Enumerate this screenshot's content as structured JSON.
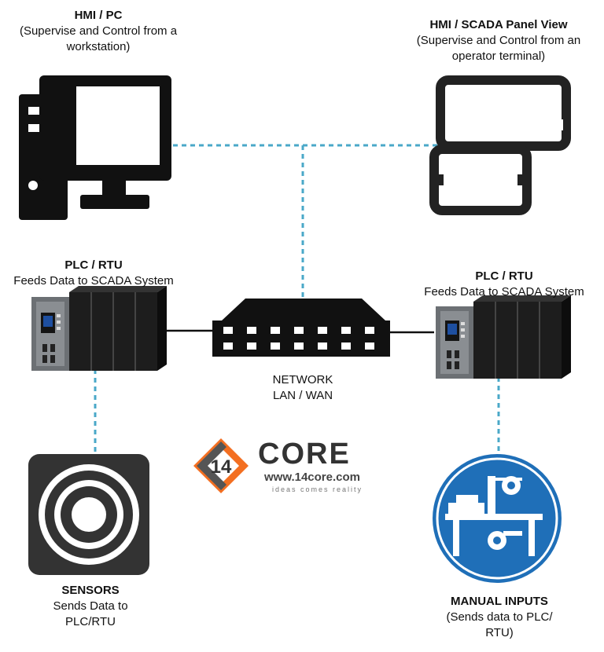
{
  "nodes": {
    "hmi_pc": {
      "title": "HMI / PC",
      "desc": [
        "(Supervise and Control from a",
        "workstation)"
      ]
    },
    "hmi_panel": {
      "title": "HMI / SCADA Panel View",
      "desc": [
        "(Supervise and Control from an",
        "operator terminal)"
      ]
    },
    "plc_left": {
      "title": "PLC / RTU",
      "desc": [
        "Feeds Data to SCADA System"
      ]
    },
    "plc_right": {
      "title": "PLC / RTU",
      "desc": [
        "Feeds Data to SCADA System"
      ]
    },
    "network": {
      "title": "",
      "desc": [
        "NETWORK",
        "LAN / WAN"
      ]
    },
    "sensors": {
      "title": "SENSORS",
      "desc": [
        "Sends Data to",
        "PLC/RTU"
      ]
    },
    "manual_inputs": {
      "title": "MANUAL INPUTS",
      "desc": [
        "(Sends data to PLC/",
        "RTU)"
      ]
    }
  },
  "logo": {
    "mark": "14",
    "name": "CORE",
    "url": "www.14core.com",
    "tagline": "ideas comes reality"
  },
  "colors": {
    "dashed_link": "#4aa8c8",
    "solid_link": "#111111",
    "icon": "#111111",
    "logo_orange": "#f36f21",
    "logo_gray": "#555555",
    "manual_blue": "#1f6fb8"
  }
}
